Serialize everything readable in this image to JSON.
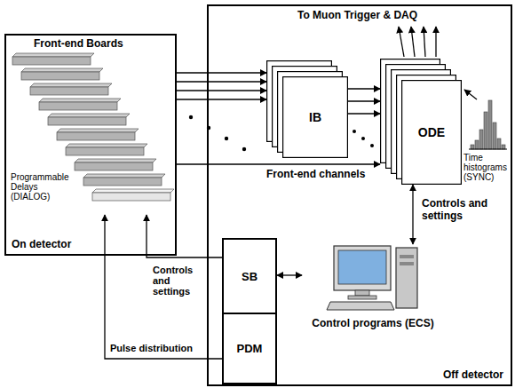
{
  "diagram": {
    "nodes": [
      {
        "text": [
          "On detector"
        ]
      },
      {
        "text": [
          "Off detector"
        ]
      },
      {
        "text": [
          "Front-end Boards",
          "Programmable Delays (DIALOG)"
        ],
        "in": 0
      },
      {
        "text": [
          "IB"
        ],
        "in": 1
      },
      {
        "text": [
          "ODE"
        ],
        "in": 1
      },
      {
        "text": [
          "SB"
        ],
        "in": 1
      },
      {
        "text": [
          "PDM"
        ],
        "in": 1
      },
      {
        "text": [
          "Control programs (ECS)"
        ],
        "in": 1
      }
    ],
    "edges": [
      {
        "from": 2,
        "to": 3,
        "arrow": "to"
      },
      {
        "from": 3,
        "to": 4,
        "arrow": "to"
      },
      {
        "from": 2,
        "to": 4,
        "arrow": "to",
        "label": "Front-end channels"
      },
      {
        "from": 4,
        "to": 7,
        "arrow": "both",
        "label": "Controls and settings"
      },
      {
        "from": 5,
        "to": 7,
        "arrow": "both"
      },
      {
        "from": 5,
        "to": 2,
        "arrow": "to",
        "label": "Controls and settings"
      },
      {
        "from": 6,
        "to": 2,
        "arrow": "to",
        "label": "Pulse distribution"
      }
    ],
    "labels": [
      "To Muon Trigger & DAQ",
      "Time histograms (SYNC)"
    ]
  }
}
